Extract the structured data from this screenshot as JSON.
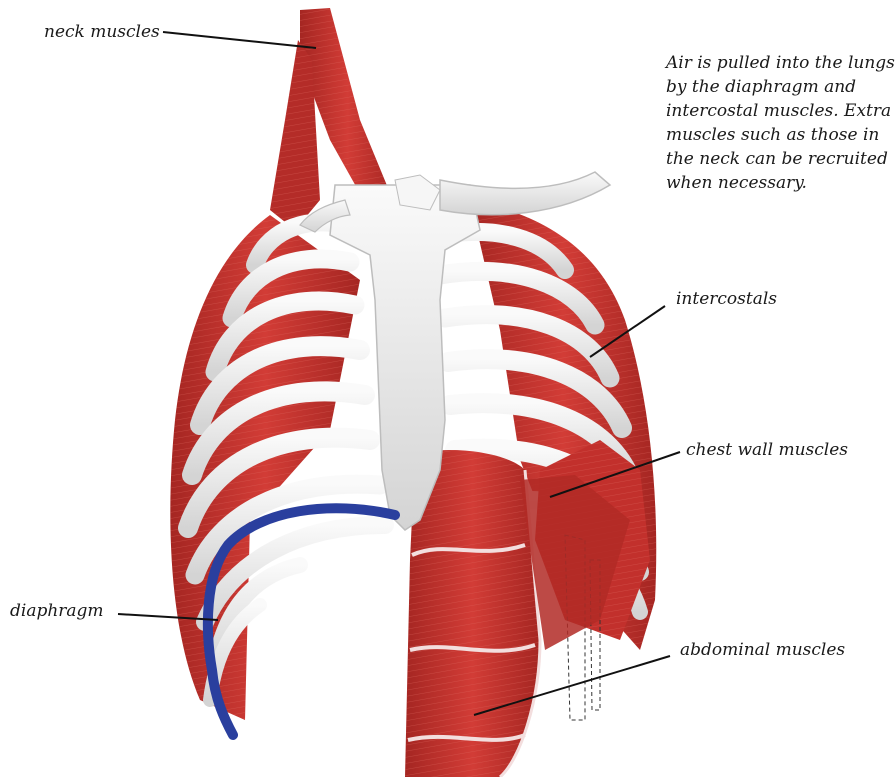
{
  "labels": {
    "neck": "neck muscles",
    "intercostals": "intercostals",
    "chest": "chest wall muscles",
    "diaphragm": "diaphragm",
    "abdominal": "abdominal muscles"
  },
  "caption": {
    "lines": [
      "Air is pulled into the lungs",
      "by the diaphragm and",
      "intercostal muscles. Extra",
      "muscles such as those in",
      "the neck can be recruited",
      "when necessary."
    ]
  },
  "colors": {
    "muscle": "#c8332f",
    "muscle_dark": "#9e2220",
    "bone": "#eeeeee",
    "bone_shadow": "#cfcfcf",
    "diaphragm_outline": "#2a3f9e",
    "leader_line": "#111111"
  }
}
